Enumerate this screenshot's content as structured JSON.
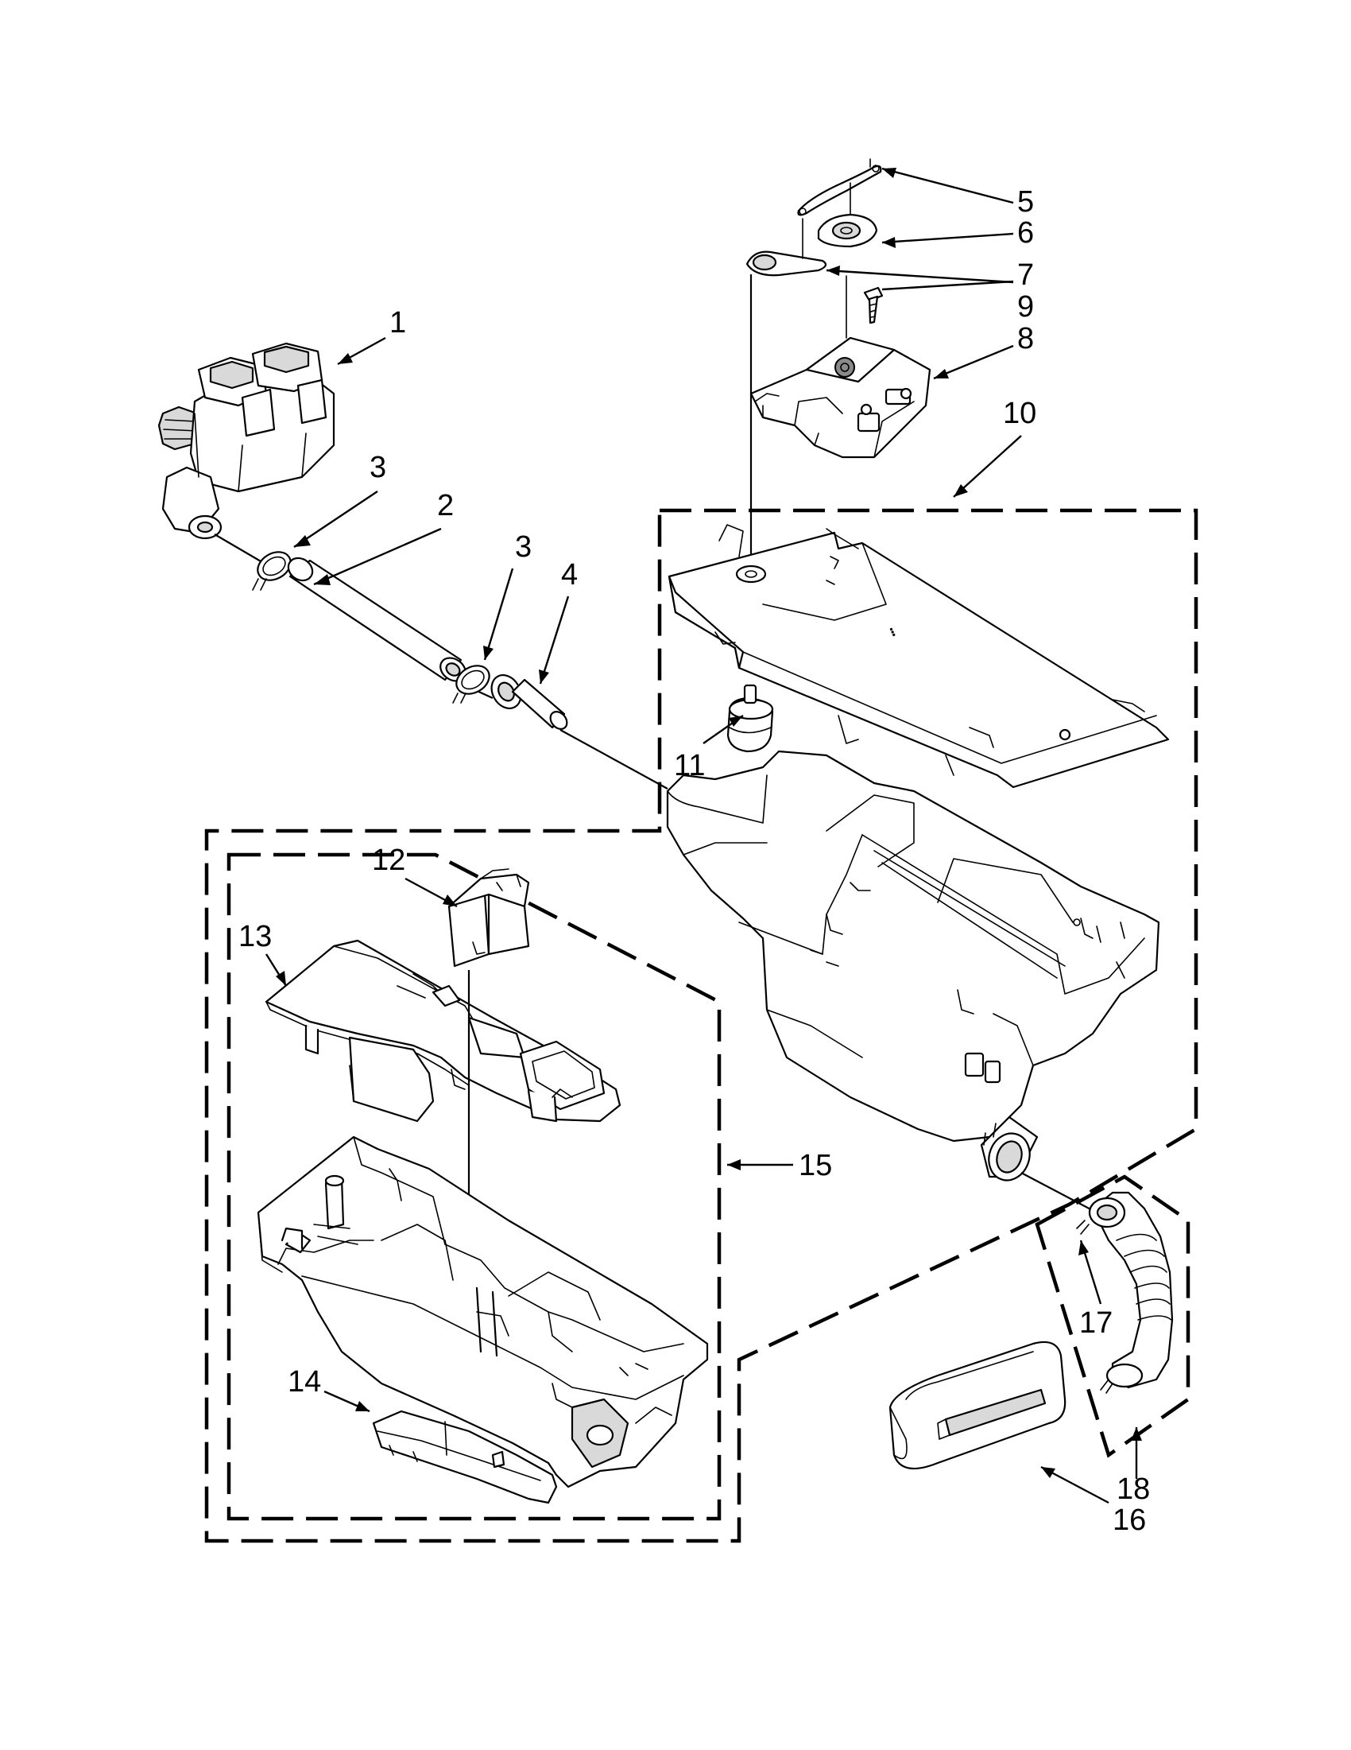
{
  "diagram": {
    "callouts": [
      {
        "id": "1",
        "label": "1"
      },
      {
        "id": "2",
        "label": "2"
      },
      {
        "id": "3a",
        "label": "3"
      },
      {
        "id": "3b",
        "label": "3"
      },
      {
        "id": "4",
        "label": "4"
      },
      {
        "id": "5",
        "label": "5"
      },
      {
        "id": "6",
        "label": "6"
      },
      {
        "id": "7",
        "label": "7"
      },
      {
        "id": "8",
        "label": "8"
      },
      {
        "id": "9",
        "label": "9"
      },
      {
        "id": "10",
        "label": "10"
      },
      {
        "id": "11",
        "label": "11"
      },
      {
        "id": "12",
        "label": "12"
      },
      {
        "id": "13",
        "label": "13"
      },
      {
        "id": "14",
        "label": "14"
      },
      {
        "id": "15",
        "label": "15"
      },
      {
        "id": "16",
        "label": "16"
      },
      {
        "id": "17",
        "label": "17"
      },
      {
        "id": "18",
        "label": "18"
      }
    ]
  }
}
